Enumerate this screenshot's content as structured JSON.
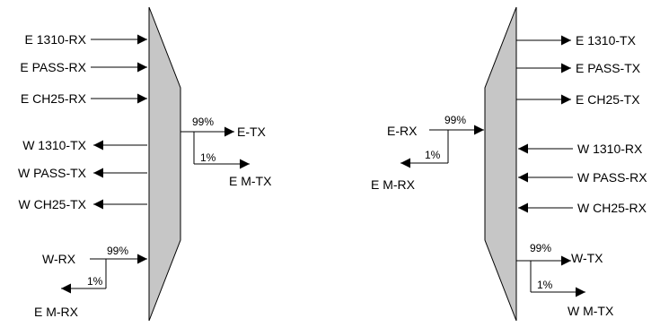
{
  "left_module": {
    "inputs": [
      "E 1310-RX",
      "E PASS-RX",
      "E CH25-RX"
    ],
    "outputs": [
      "W 1310-TX",
      "W PASS-TX",
      "W CH25-TX"
    ],
    "tap_out": {
      "main_label": "E-TX",
      "main_pct": "99%",
      "tap_label": "E M-TX",
      "tap_pct": "1%"
    },
    "tap_in": {
      "main_label": "W-RX",
      "main_pct": "99%",
      "tap_label": "E M-RX",
      "tap_pct": "1%"
    }
  },
  "right_module": {
    "outputs": [
      "E 1310-TX",
      "E PASS-TX",
      "E CH25-TX"
    ],
    "inputs": [
      "W 1310-RX",
      "W PASS-RX",
      "W CH25-RX"
    ],
    "tap_in": {
      "main_label": "E-RX",
      "main_pct": "99%",
      "tap_label": "E M-RX",
      "tap_pct": "1%"
    },
    "tap_out": {
      "main_label": "W-TX",
      "main_pct": "99%",
      "tap_label": "W M-TX",
      "tap_pct": "1%"
    }
  },
  "colors": {
    "body_fill": "#c6c6c6",
    "line": "#000000"
  }
}
